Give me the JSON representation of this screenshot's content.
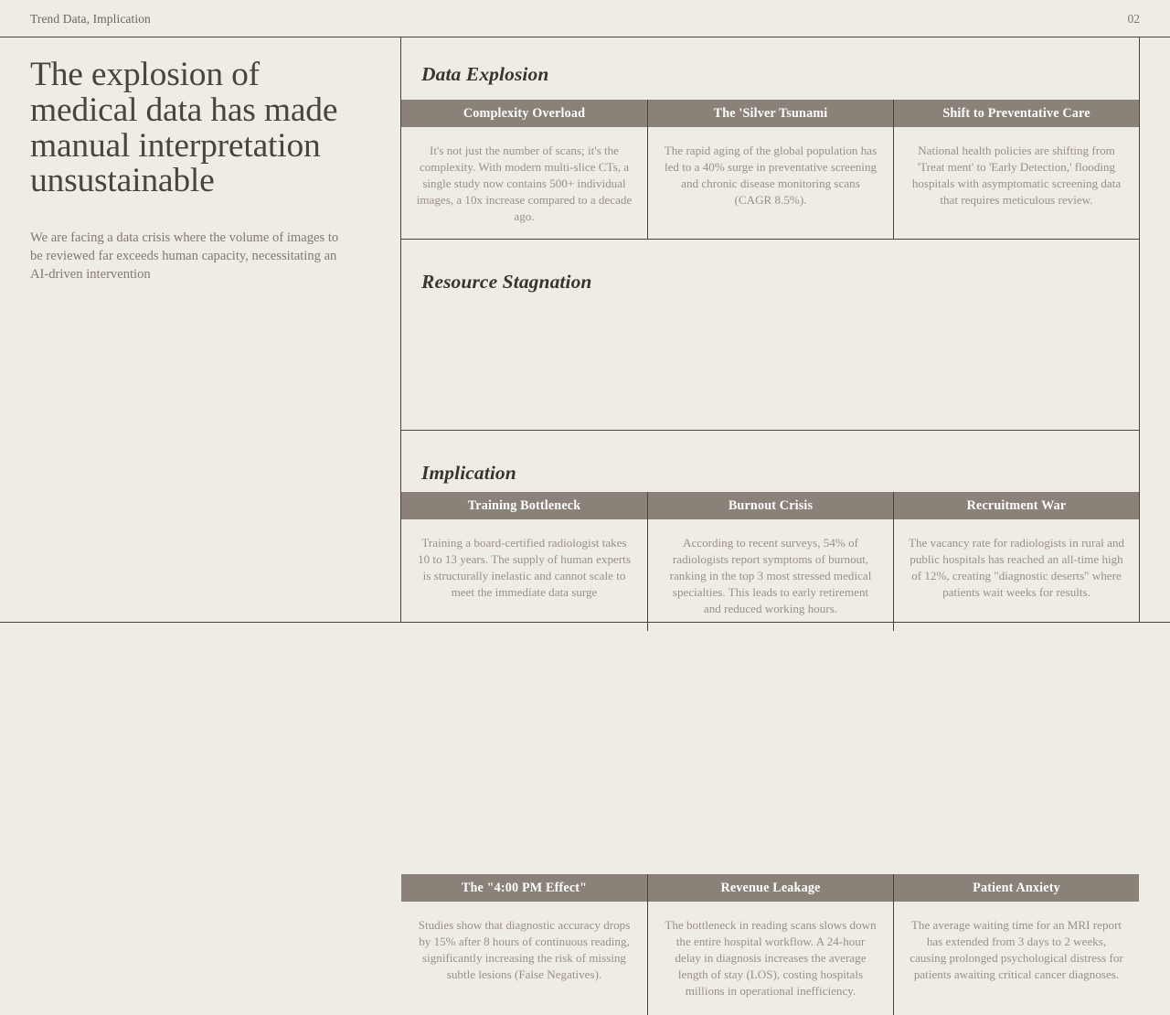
{
  "topbar": {
    "label": "Trend Data, Implication",
    "page_number": "02"
  },
  "left": {
    "headline": "The explosion of medical data has made manual interpretation unsustainable",
    "subline": "We are facing a data crisis where the volume of images to be reviewed far exceeds human capacity, necessitating an AI-driven intervention"
  },
  "colors": {
    "background": "#EFEBE5",
    "rule": "#4A433C",
    "header_bar": "#8A8179",
    "header_text": "#FFFFFF",
    "headline_text": "#4A443D",
    "body_text": "#9A9087",
    "subline_text": "#82796F"
  },
  "sections": [
    {
      "title": "Data Explosion",
      "columns": [
        {
          "header": "Complexity Overload",
          "body": "It's not just the number of scans; it's the complexity. With modern multi-slice CTs, a single study now contains 500+ individual images, a 10x increase compared to a decade ago."
        },
        {
          "header": "The 'Silver Tsunami",
          "body": "The rapid aging of the global population has led to a 40% surge in preventative screening and chronic disease monitoring scans (CAGR 8.5%)."
        },
        {
          "header": "Shift to Preventative Care",
          "body": "National health policies are shifting from 'Treat ment' to 'Early Detection,' flooding hospitals with asymptomatic screening data that requires meticulous review."
        }
      ]
    },
    {
      "title": "Resource Stagnation",
      "columns": [
        {
          "header": "Training Bottleneck",
          "body": "Training a board-certified radiologist takes 10 to 13 years. The supply of human experts is structurally inelastic and cannot scale to meet the immediate data surge"
        },
        {
          "header": "Burnout Crisis",
          "body": "According to recent surveys, 54% of radiologists report symptoms of burnout, ranking in the top 3 most stressed medical specialties. This leads to early retirement and reduced working hours."
        },
        {
          "header": "Recruitment War",
          "body": "The vacancy rate for radiologists in rural and public hospitals has reached an all-time high of 12%, creating \"diagnostic deserts\" where patients wait weeks for results."
        }
      ]
    },
    {
      "title": "Implication",
      "columns": [
        {
          "header": "The \"4:00 PM Effect\"",
          "body": "Studies show that diagnostic accuracy drops by 15% after 8 hours of continuous reading, significantly increasing the risk of missing subtle lesions (False Negatives)."
        },
        {
          "header": "Revenue Leakage",
          "body": "The bottleneck in reading scans slows down the entire hospital workflow. A 24-hour delay in diagnosis increases the average length of stay (LOS), costing hospitals millions in operational inefficiency."
        },
        {
          "header": "Patient Anxiety",
          "body": "The average waiting time for an MRI report has extended from 3 days to 2 weeks, causing prolonged psychological distress for patients awaiting critical cancer diagnoses."
        }
      ]
    }
  ]
}
